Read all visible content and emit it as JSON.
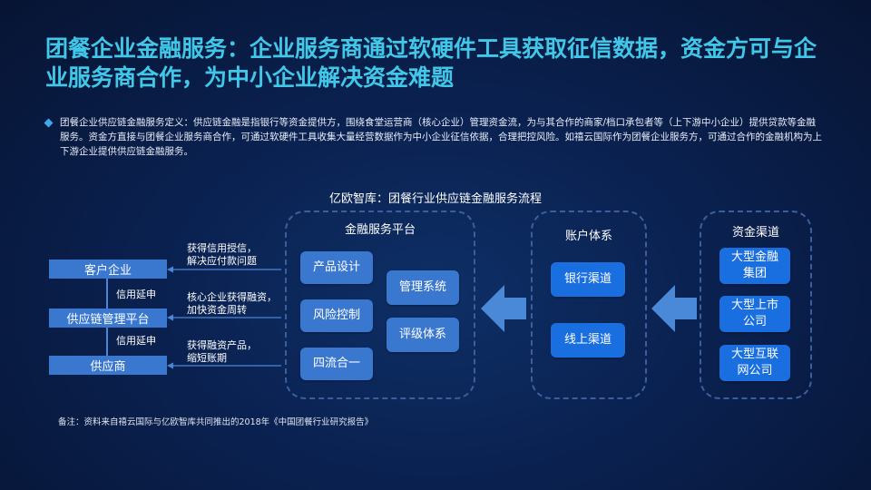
{
  "title": "团餐企业金融服务：企业服务商通过软硬件工具获取征信数据，资金方可与企业服务商合作，为中小企业解决资金难题",
  "description": "团餐企业供应链金融服务定义：供应链金融是指银行等资金提供方，围绕食堂运营商（核心企业）管理资金流，为与其合作的商家/档口承包者等（上下游中小企业）提供贷款等金融服务。资金方直接与团餐企业服务商合作，可通过软硬件工具收集大量经营数据作为中小企业征信依据，合理把控风险。如禧云国际作为团餐企业服务方，可通过合作的金融机构为上下游企业提供供应链金融服务。",
  "diagram_title": "亿欧智库：团餐行业供应链金融服务流程",
  "left": {
    "boxes": [
      "客户企业",
      "供应链管理平台",
      "供应商"
    ],
    "connectors": [
      "信用延申",
      "信用延申"
    ],
    "arrow_labels": [
      "获得信用授信，\n解决应付款问题",
      "核心企业获得融资，\n加快资金周转",
      "获得融资产品，\n缩短账期"
    ]
  },
  "finance_platform": {
    "title": "金融服务平台",
    "left_items": [
      "产品设计",
      "风险控制",
      "四流合一"
    ],
    "right_items": [
      "管理系统",
      "评级体系"
    ]
  },
  "account_system": {
    "title": "账户体系",
    "items": [
      "银行渠道",
      "线上渠道"
    ]
  },
  "capital_channel": {
    "title": "资金渠道",
    "items": [
      "大型金融\n集团",
      "大型上市\n公司",
      "大型互联\n网公司"
    ]
  },
  "note": "备注：资料来自禧云国际与亿欧智库共同推出的2018年《中国团餐行业研究报告》"
}
